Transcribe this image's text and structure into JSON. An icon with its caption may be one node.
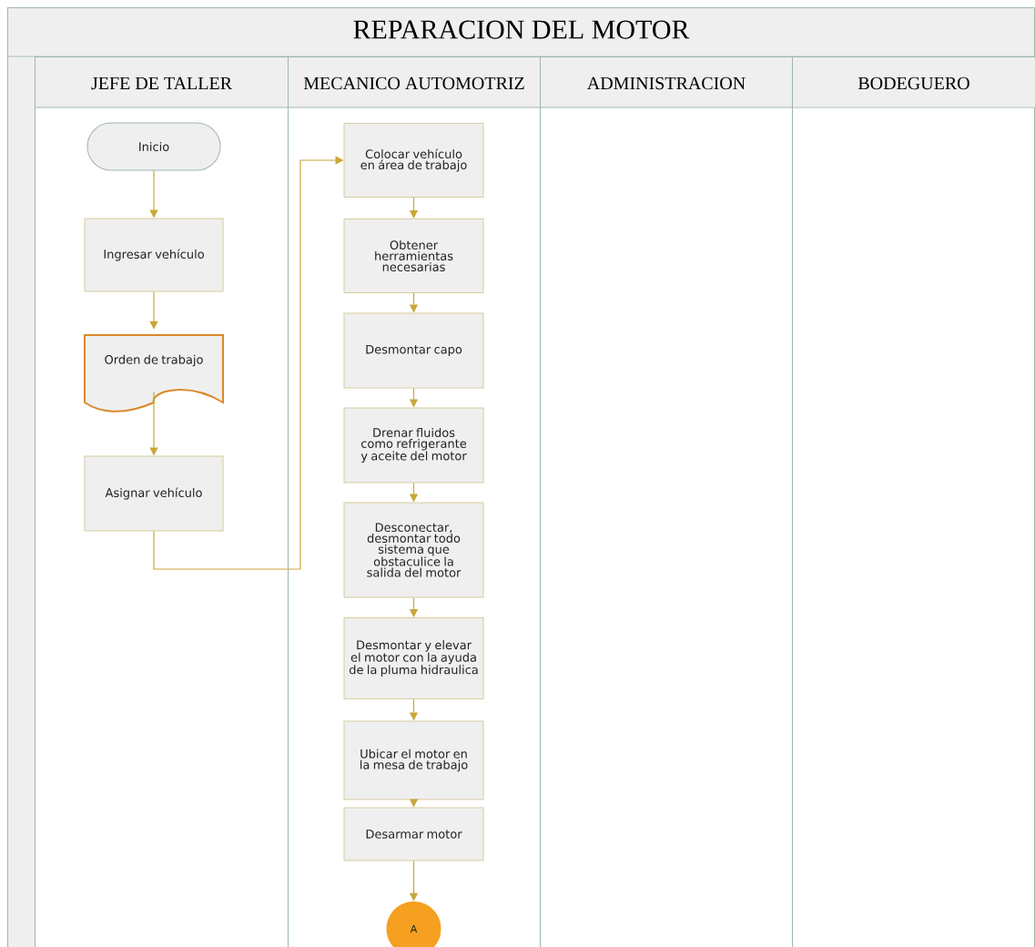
{
  "diagram": {
    "nodes": [
      {
        "text": [
          "REPARACION DEL MOTOR"
        ]
      },
      {
        "text": [
          "JEFE DE TALLER"
        ],
        "in": 0
      },
      {
        "text": [
          "MECANICO AUTOMOTRIZ"
        ],
        "in": 0
      },
      {
        "text": [
          "ADMINISTRACION"
        ],
        "in": 0
      },
      {
        "text": [
          "BODEGUERO"
        ],
        "in": 0
      },
      {
        "text": [
          "Inicio"
        ],
        "in": 1
      },
      {
        "text": [
          "Ingresar vehículo"
        ],
        "in": 1
      },
      {
        "text": [
          "Orden de trabajo"
        ],
        "in": 1
      },
      {
        "text": [
          "Asignar vehículo"
        ],
        "in": 1
      },
      {
        "text": [
          "Colocar vehículo en área de trabajo"
        ],
        "in": 2
      },
      {
        "text": [
          "Obtener herramientas necesarias"
        ],
        "in": 2
      },
      {
        "text": [
          "Desmontar capo"
        ],
        "in": 2
      },
      {
        "text": [
          "Drenar fluidos como refrigerante y aceite del motor"
        ],
        "in": 2
      },
      {
        "text": [
          "Desconectar, desmontar todo sistema que obstaculice la salida del motor"
        ],
        "in": 2
      },
      {
        "text": [
          "Desmontar y elevar el motor con la ayuda de la pluma hidraulica"
        ],
        "in": 2
      },
      {
        "text": [
          "Ubicar el motor en la mesa de trabajo"
        ],
        "in": 2
      },
      {
        "text": [
          "Desarmar motor"
        ],
        "in": 2
      },
      {
        "text": [
          "A"
        ],
        "in": 2
      }
    ],
    "edges": [
      {
        "from": 5,
        "to": 6,
        "arrow": "to"
      },
      {
        "from": 6,
        "to": 7,
        "arrow": "to"
      },
      {
        "from": 7,
        "to": 8,
        "arrow": "to"
      },
      {
        "from": 8,
        "to": 9,
        "arrow": "to"
      },
      {
        "from": 9,
        "to": 10,
        "arrow": "to"
      },
      {
        "from": 10,
        "to": 11,
        "arrow": "to"
      },
      {
        "from": 11,
        "to": 12,
        "arrow": "to"
      },
      {
        "from": 12,
        "to": 13,
        "arrow": "to"
      },
      {
        "from": 13,
        "to": 14,
        "arrow": "to"
      },
      {
        "from": 14,
        "to": 15,
        "arrow": "to"
      },
      {
        "from": 15,
        "to": 16,
        "arrow": "to"
      },
      {
        "from": 16,
        "to": 17,
        "arrow": "to"
      }
    ]
  }
}
